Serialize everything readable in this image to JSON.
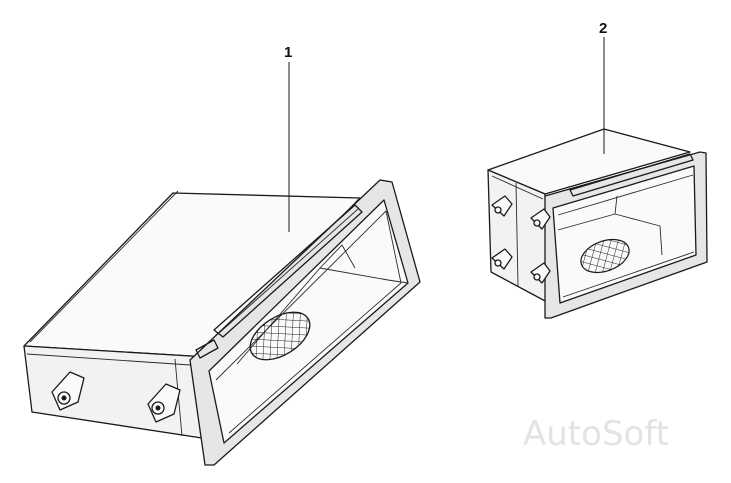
{
  "callouts": {
    "part1": "1",
    "part2": "2"
  },
  "watermark": "AutoSoft",
  "colors": {
    "line": "#1a1a1a",
    "watermark": "#e3e3e3",
    "background": "#ffffff"
  }
}
